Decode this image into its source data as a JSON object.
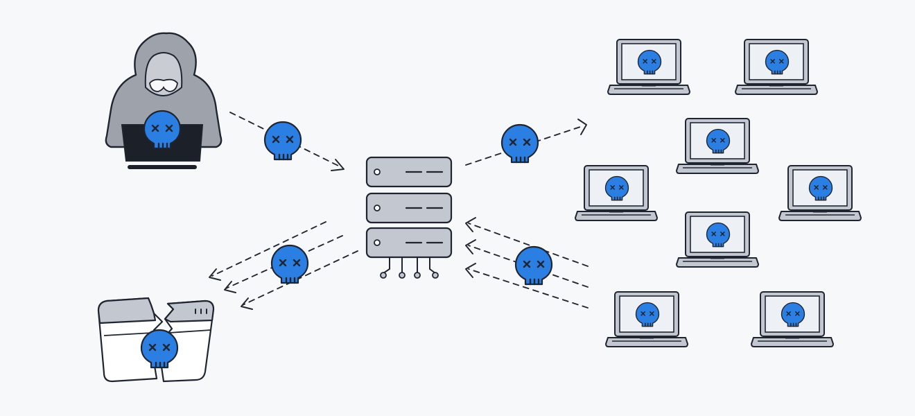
{
  "diagram": {
    "type": "malware-propagation-illustration",
    "colors": {
      "background": "#f7f8fa",
      "outline": "#1f2530",
      "skull": "#2b7fe3",
      "hacker_gray": "#9ea3ab",
      "server_gray": "#c3c7cf",
      "laptop_gray": "#c3c7cf",
      "screen": "#edf0f5",
      "laptop_dark": "#1c2029",
      "file_white": "#ffffff",
      "arrow": "#222831"
    },
    "icons": [
      "hacker-icon",
      "server-icon",
      "laptop-icon",
      "skull-icon",
      "broken-file-icon",
      "dashed-arrow-icon"
    ],
    "infected_laptop_count": 8,
    "flows": [
      {
        "from": "hacker",
        "to": "server",
        "carries": "skull"
      },
      {
        "from": "server",
        "to": "laptops",
        "carries": "skull"
      },
      {
        "from": "laptops",
        "to": "server",
        "carries": "skull",
        "lines": 3
      },
      {
        "from": "server",
        "to": "files",
        "carries": "skull",
        "lines": 3
      }
    ]
  }
}
